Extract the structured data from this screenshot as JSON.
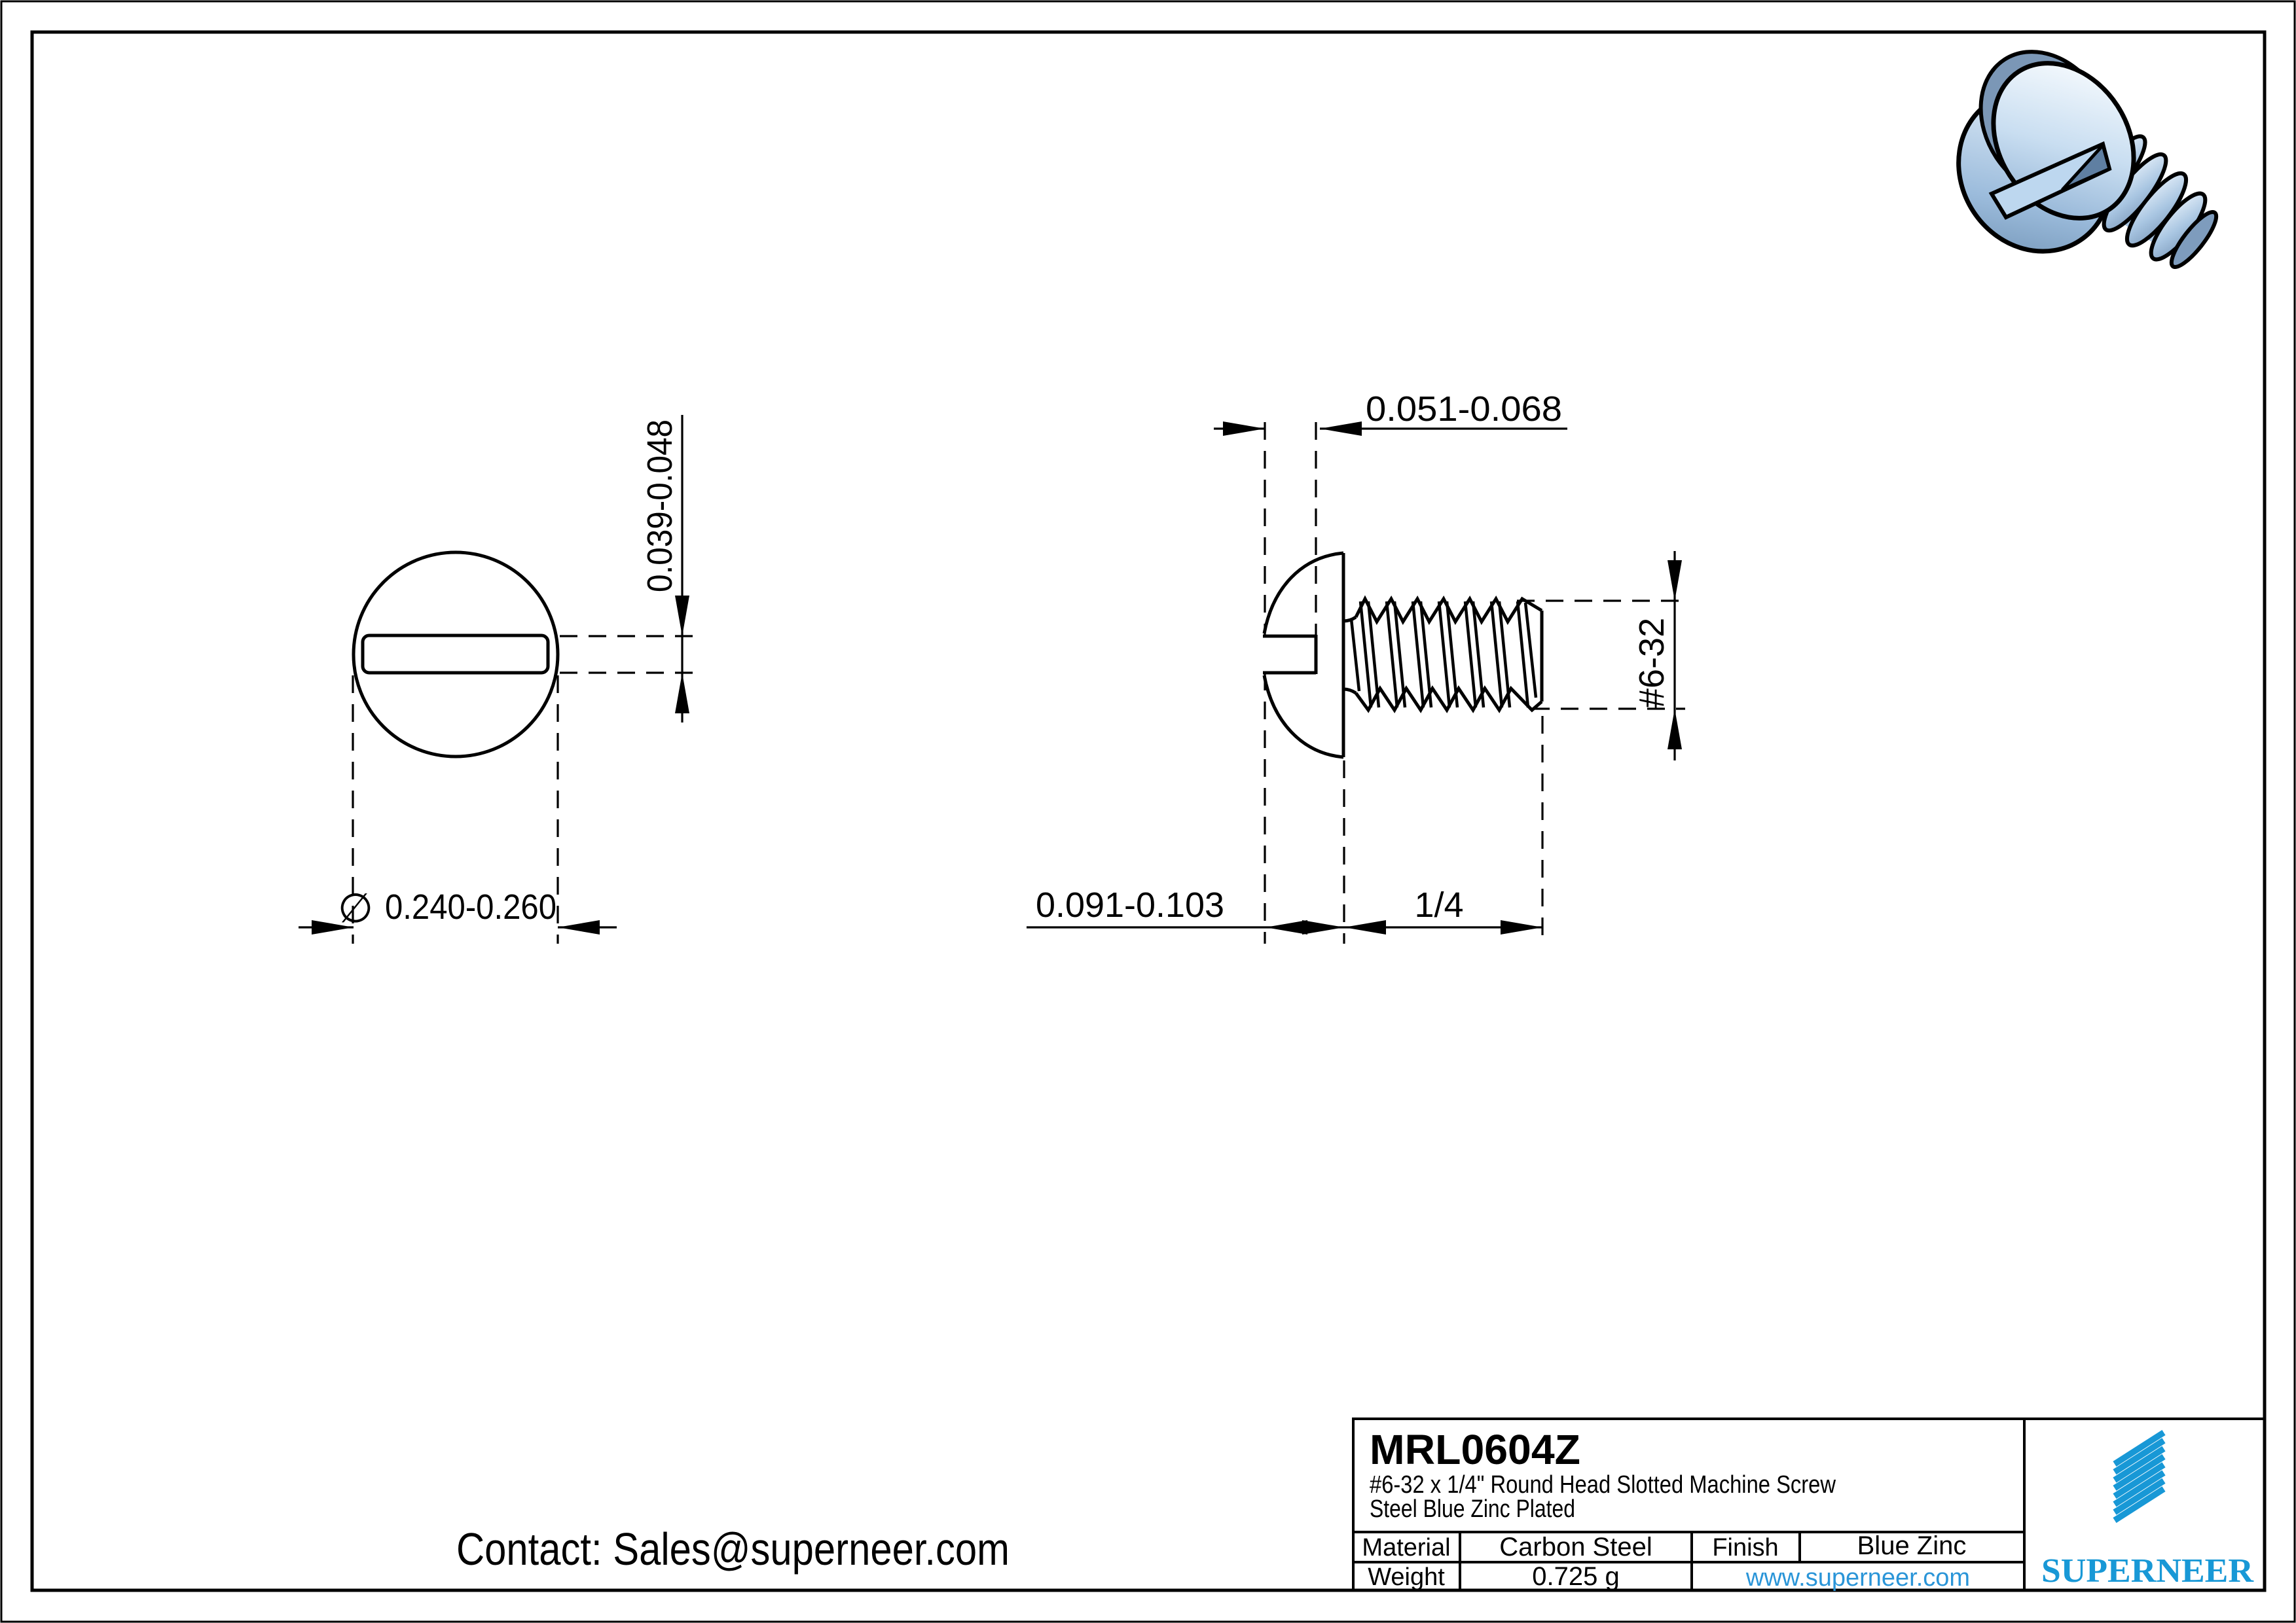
{
  "drawing": {
    "contact": "Contact: Sales@superneer.com",
    "top_view": {
      "slot_width": "0.039-0.048",
      "diameter_symbol": "∅",
      "head_diameter": "0.240-0.260"
    },
    "side_view": {
      "slot_depth": "0.051-0.068",
      "head_height": "0.091-0.103",
      "thread_length": "1/4",
      "thread_spec": "#6-32"
    }
  },
  "title_block": {
    "part_number": "MRL0604Z",
    "description_line1": "#6-32 x 1/4\" Round Head Slotted  Machine Screw",
    "description_line2": "Steel Blue Zinc Plated",
    "material_label": "Material",
    "material_value": "Carbon Steel",
    "finish_label": "Finish",
    "finish_value": "Blue Zinc",
    "weight_label": "Weight",
    "weight_value": "0.725 g",
    "website": "www.superneer.com",
    "brand": "SUPERNEER",
    "brand_color": "#1898d6",
    "link_color": "#2a95d8"
  }
}
